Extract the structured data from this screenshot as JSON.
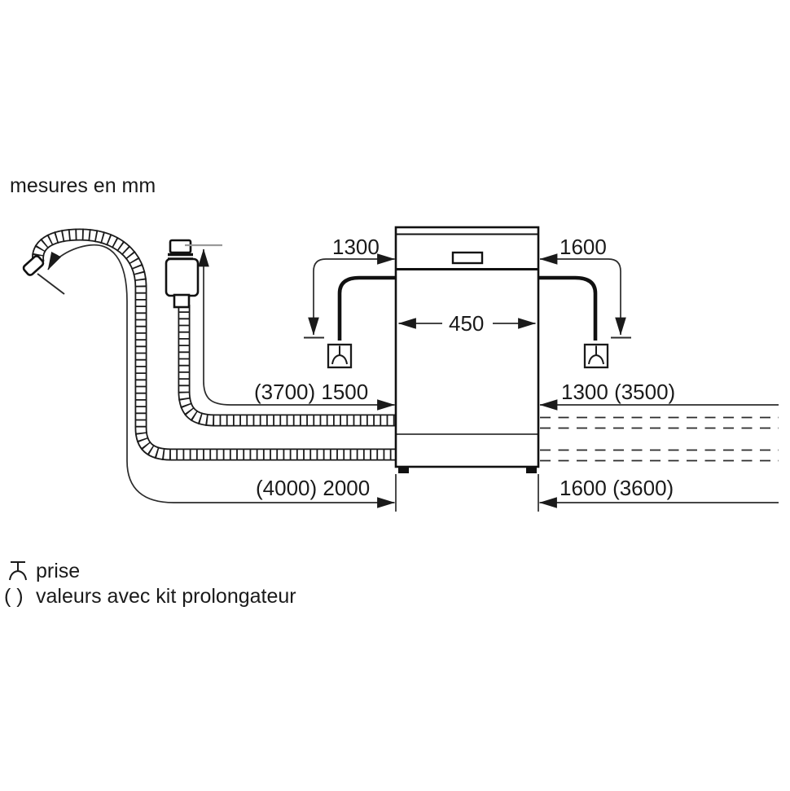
{
  "title": "mesures en mm",
  "dimensions": {
    "cord_to_socket_left": "1300",
    "cord_to_socket_right": "1600",
    "appliance_width": "450",
    "supply_hose_left": "(3700) 1500",
    "supply_hose_right": "1300 (3500)",
    "drain_hose_left": "(4000) 2000",
    "drain_hose_right": "1600 (3600)"
  },
  "legend": {
    "socket_label": "prise",
    "extension_prefix": "( )",
    "extension_label": "valeurs avec kit prolongateur"
  },
  "icons": {
    "socket_outlet": "socket-outlet-symbol"
  },
  "colors": {
    "ink": "#1a1a1a",
    "line": "#2b2b2b",
    "reference_gray": "#9a9a9a",
    "background": "#ffffff"
  }
}
